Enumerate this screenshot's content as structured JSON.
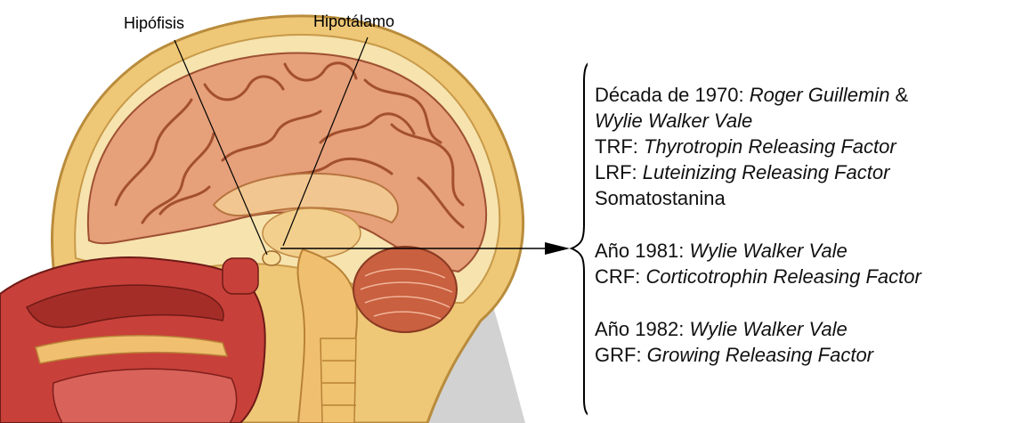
{
  "labels": {
    "hipofisis": "Hipófisis",
    "hipotalamo": "Hipotálamo"
  },
  "facts": {
    "group1": {
      "line1_prefix": "Década de 1970: ",
      "line1_name": "Roger Guillemin",
      "line1_suffix": " &",
      "line2_name": "Wylie Walker Vale",
      "trf_prefix": "TRF: ",
      "trf_text": "Thyrotropin Releasing Factor",
      "lrf_prefix": "LRF: ",
      "lrf_text": "Luteinizing Releasing Factor",
      "somatostatin": "Somatostanina"
    },
    "group2": {
      "line1_prefix": "Año 1981: ",
      "line1_name": "Wylie Walker Vale",
      "crf_prefix": "CRF: ",
      "crf_text": "Corticotrophin Releasing Factor"
    },
    "group3": {
      "line1_prefix": "Año 1982: ",
      "line1_name": "Wylie Walker Vale",
      "grf_prefix": "GRF: ",
      "grf_text": "Growing Releasing Factor"
    }
  },
  "colors": {
    "skin": "#f1d187",
    "skin_edge": "#b98c3c",
    "skull": "#f5e3b0",
    "brain": "#e9a27c",
    "brain_fold": "#a95536",
    "cerebellum": "#c95f43",
    "nasal": "#c23a33",
    "nasal_dark": "#7d1e1a",
    "spine": "#eec06d",
    "neck_gray": "#c8c8c8"
  }
}
